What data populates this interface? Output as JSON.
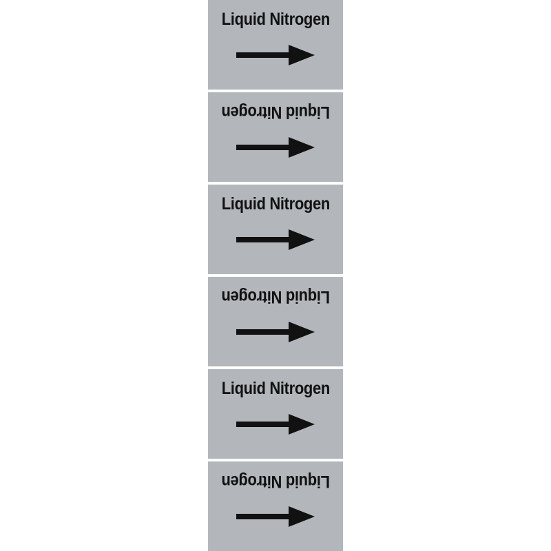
{
  "sheet": {
    "background_color": "#ffffff",
    "label_background_color": "#b3b7bc",
    "label_text_color": "#111111",
    "separator_color": "#ffffff",
    "panel_count": 6
  },
  "panels": [
    {
      "label": "Liquid Nitrogen",
      "orientation": "upright",
      "arrow": "arrow-right",
      "arrow_direction": "right"
    },
    {
      "label": "Liquid Nitrogen",
      "orientation": "rotated-180",
      "arrow": "arrow-right",
      "arrow_direction": "right"
    },
    {
      "label": "Liquid Nitrogen",
      "orientation": "upright",
      "arrow": "arrow-right",
      "arrow_direction": "right"
    },
    {
      "label": "Liquid Nitrogen",
      "orientation": "rotated-180",
      "arrow": "arrow-right",
      "arrow_direction": "right"
    },
    {
      "label": "Liquid Nitrogen",
      "orientation": "upright",
      "arrow": "arrow-right",
      "arrow_direction": "right"
    },
    {
      "label": "Liquid Nitrogen",
      "orientation": "rotated-180",
      "arrow": "arrow-right",
      "arrow_direction": "right"
    }
  ]
}
